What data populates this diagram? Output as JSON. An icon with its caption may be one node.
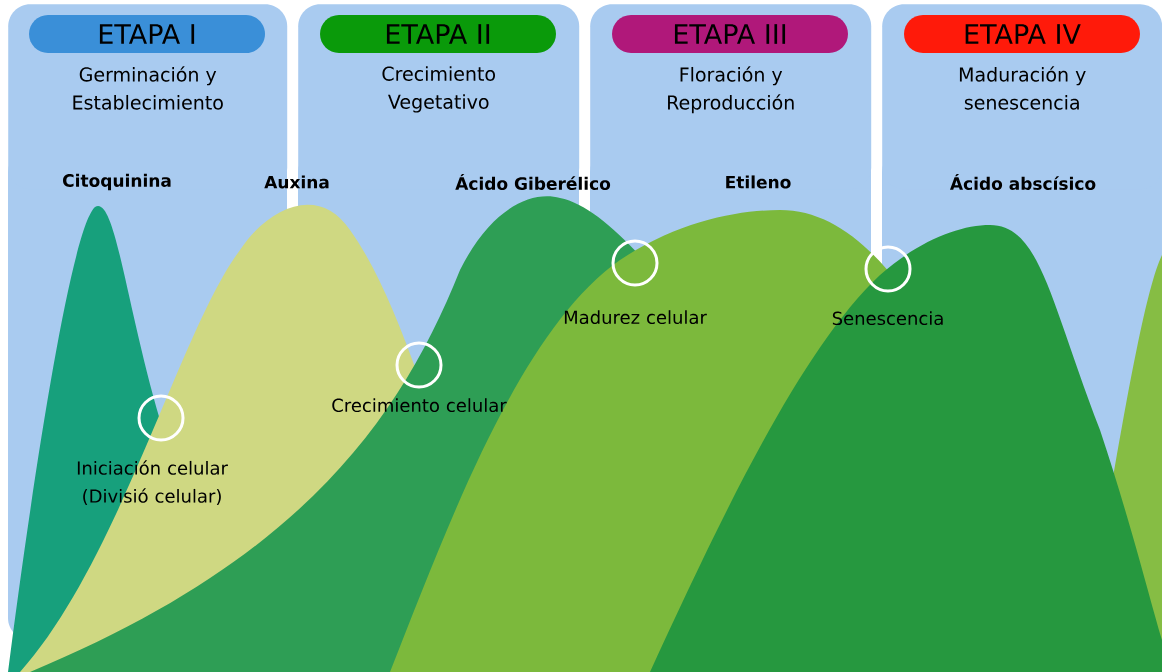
{
  "diagram": {
    "nodes": [
      {
        "text": [
          "Germinación y Establecimiento"
        ]
      },
      {
        "text": [
          "ETAPA I"
        ],
        "in": 0
      },
      {
        "text": [
          "Crecimiento Vegetativo"
        ]
      },
      {
        "text": [
          "ETAPA II"
        ],
        "in": 2
      },
      {
        "text": [
          "Floración y Reproducción"
        ]
      },
      {
        "text": [
          "ETAPA III"
        ],
        "in": 4
      },
      {
        "text": [
          "Maduración y senescencia"
        ]
      },
      {
        "text": [
          "ETAPA IV"
        ],
        "in": 6
      },
      {
        "text": [],
        "shape": "circle",
        "beside": [
          "Iniciación celular (Divisió celular)"
        ]
      },
      {
        "text": [],
        "shape": "circle",
        "beside": [
          "Crecimiento celular"
        ]
      },
      {
        "text": [],
        "shape": "circle",
        "beside": [
          "Madurez celular"
        ]
      },
      {
        "text": [],
        "shape": "circle",
        "beside": [
          "Senescencia"
        ]
      }
    ],
    "labels": [
      "Citoquinina",
      "Auxina",
      "Ácido Giberélico",
      "Etileno",
      "Ácido abscísico"
    ]
  }
}
